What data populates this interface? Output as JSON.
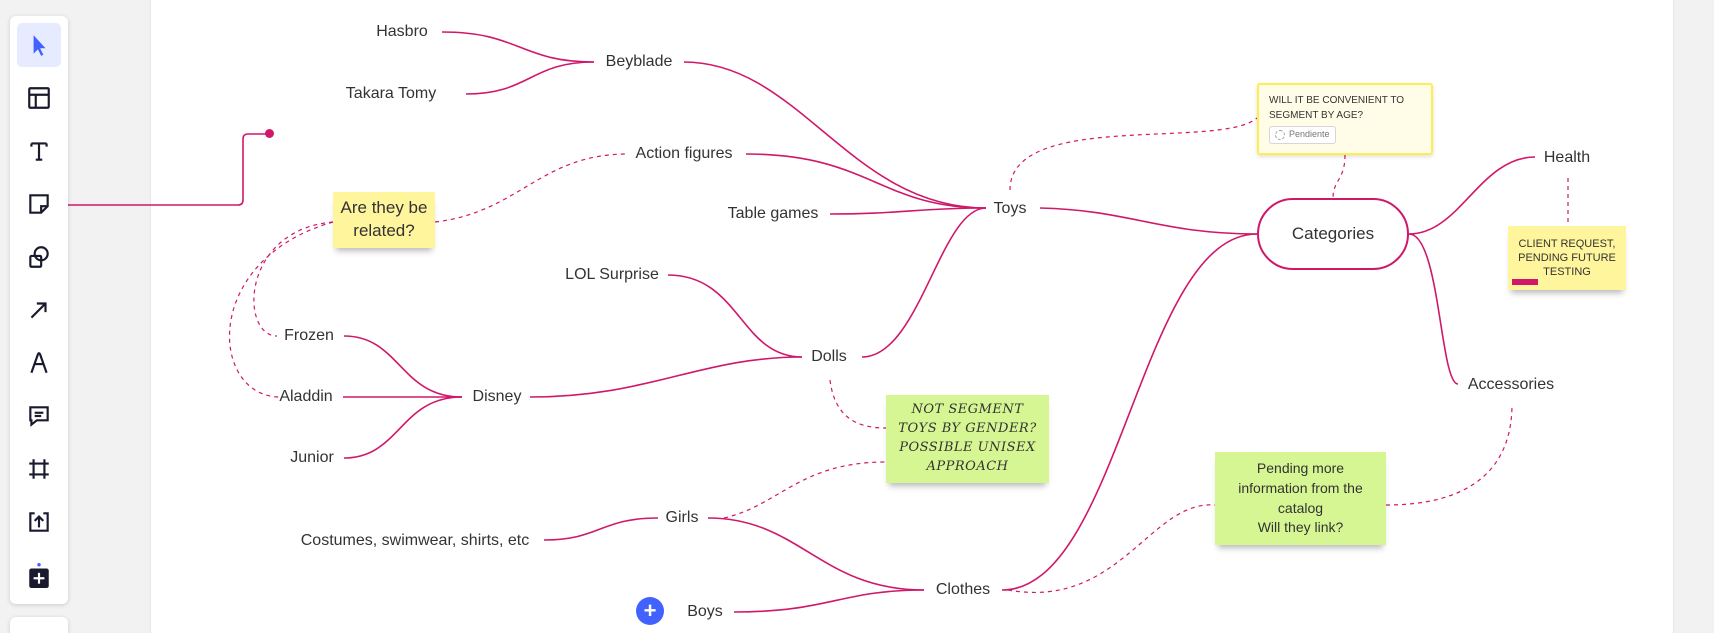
{
  "toolbar": {
    "tools": [
      {
        "name": "select-tool",
        "icon": "cursor-icon"
      },
      {
        "name": "templates-tool",
        "icon": "layout-icon"
      },
      {
        "name": "text-tool",
        "icon": "text-icon"
      },
      {
        "name": "sticky-note-tool",
        "icon": "sticky-note-icon"
      },
      {
        "name": "shapes-tool",
        "icon": "shapes-icon"
      },
      {
        "name": "arrow-tool",
        "icon": "arrow-icon"
      },
      {
        "name": "pen-tool",
        "icon": "pen-icon"
      },
      {
        "name": "comment-tool",
        "icon": "comment-icon"
      },
      {
        "name": "frame-tool",
        "icon": "frame-icon"
      },
      {
        "name": "upload-tool",
        "icon": "upload-icon"
      },
      {
        "name": "more-apps-tool",
        "icon": "plus-square-icon"
      }
    ],
    "active_tool": "select-tool",
    "accent_color": "#4262ff"
  },
  "mindmap": {
    "line_color": "#d0186a",
    "central": "Categories",
    "nodes": {
      "hasbro": "Hasbro",
      "takara": "Takara Tomy",
      "beyblade": "Beyblade",
      "action_figures": "Action figures",
      "table_games": "Table games",
      "toys": "Toys",
      "lol": "LOL Surprise",
      "dolls": "Dolls",
      "frozen": "Frozen",
      "aladdin": "Aladdin",
      "junior": "Junior",
      "disney": "Disney",
      "costumes": "Costumes, swimwear, shirts, etc",
      "girls": "Girls",
      "boys": "Boys",
      "clothes": "Clothes",
      "health": "Health",
      "accessories": "Accessories"
    }
  },
  "notes": {
    "related": "Are they be related?",
    "gender_lines": [
      "NOT SEGMENT",
      "TOYS BY GENDER?",
      "POSSIBLE UNISEX",
      "APPROACH"
    ],
    "catalog_lines": [
      "Pending more",
      "information from the",
      "catalog",
      "Will they link?"
    ],
    "client_lines": [
      "CLIENT REQUEST,",
      "PENDING FUTURE",
      "TESTING"
    ],
    "question_card": {
      "text_lines": [
        "WILL IT BE CONVENIENT TO",
        "SEGMENT BY AGE?"
      ],
      "status": "Pendiente"
    }
  },
  "colors": {
    "sticky_yellow": "#fff59c",
    "sticky_green": "#d5f692",
    "accent": "#d0186a"
  }
}
